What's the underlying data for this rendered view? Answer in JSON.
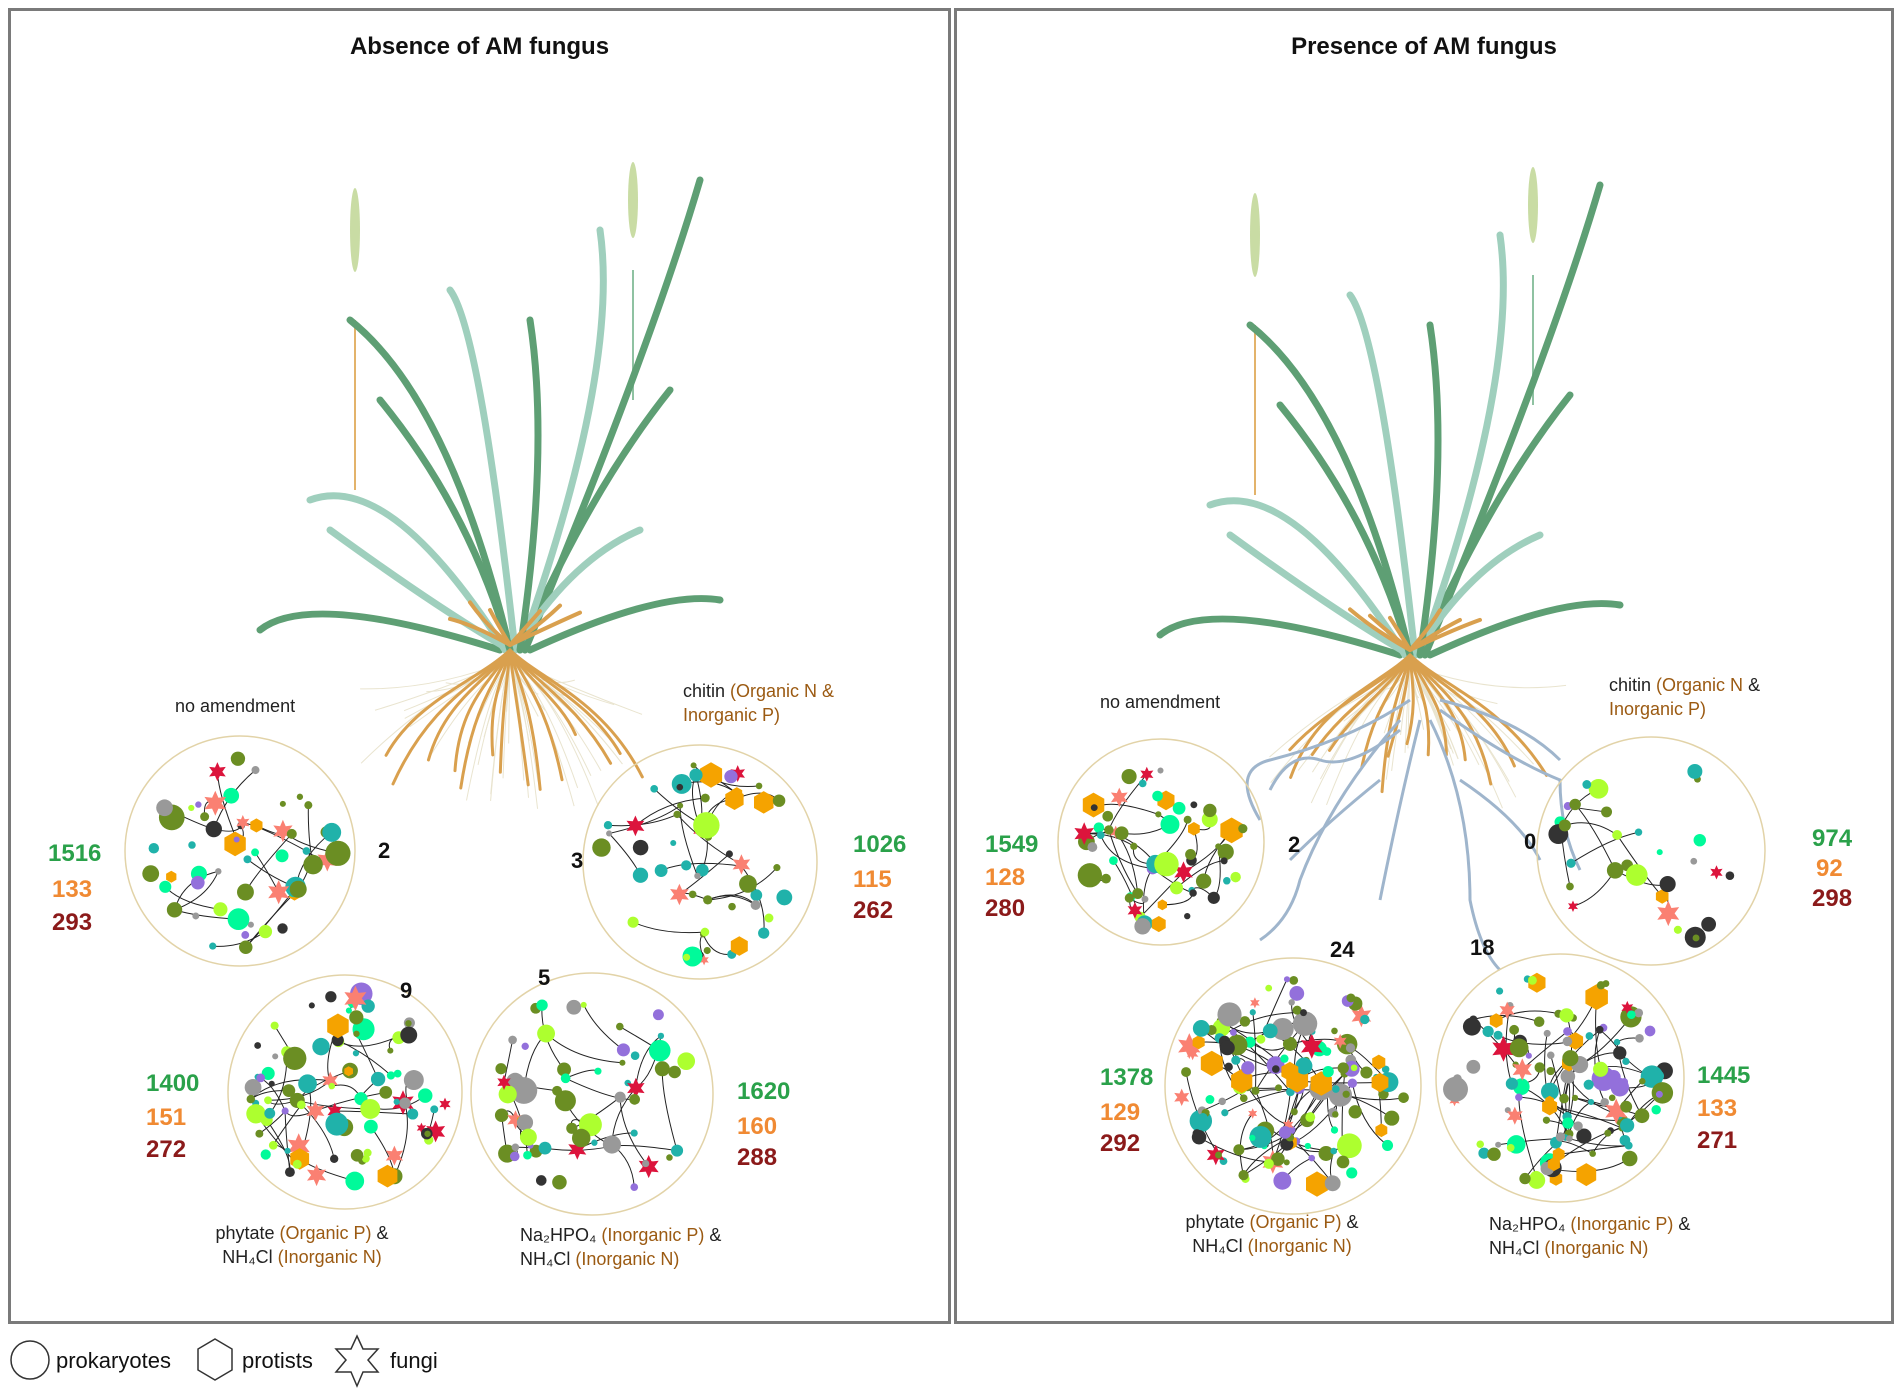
{
  "left_panel": {
    "title": "Absence of AM fungus",
    "networks": [
      {
        "label": "no amendment",
        "edge_count": "2",
        "nodes": "1516",
        "protists": "133",
        "fungi": "293"
      },
      {
        "label_pre": "chitin ",
        "label_org1": "(Organic N &",
        "label_org2": "Inorganic P)",
        "edge_count": "3",
        "nodes": "1026",
        "protists": "115",
        "fungi": "262"
      },
      {
        "label_pre": "phytate ",
        "label_org1": "(Organic P)",
        "label_amp": " &",
        "label_line2_pre": "NH₄Cl ",
        "label_org2": "(Inorganic N)",
        "edge_count": "9",
        "nodes": "1400",
        "protists": "151",
        "fungi": "272"
      },
      {
        "label_pre": "Na₂HPO₄ ",
        "label_org1": "(Inorganic P)",
        "label_amp": " &",
        "label_line2_pre": "NH₄Cl ",
        "label_org2": "(Inorganic N)",
        "edge_count": "5",
        "nodes": "1620",
        "protists": "160",
        "fungi": "288"
      }
    ]
  },
  "right_panel": {
    "title": "Presence of AM fungus",
    "networks": [
      {
        "label": "no amendment",
        "edge_count": "2",
        "nodes": "1549",
        "protists": "128",
        "fungi": "280"
      },
      {
        "label_pre": "chitin ",
        "label_org1": "(Organic N",
        "label_amp": " &",
        "label_org2": "Inorganic P)",
        "edge_count": "0",
        "nodes": "974",
        "protists": "92",
        "fungi": "298"
      },
      {
        "label_pre": "phytate ",
        "label_org1": "(Organic P)",
        "label_amp": " &",
        "label_line2_pre": "NH₄Cl ",
        "label_org2": "(Inorganic N)",
        "edge_count": "24",
        "nodes": "1378",
        "protists": "129",
        "fungi": "292"
      },
      {
        "label_pre": "Na₂HPO₄ ",
        "label_org1": "(Inorganic P)",
        "label_amp": " &",
        "label_line2_pre": "NH₄Cl ",
        "label_org2": "(Inorganic N)",
        "edge_count": "18",
        "nodes": "1445",
        "protists": "133",
        "fungi": "271"
      }
    ]
  },
  "legend": {
    "prokaryotes": "prokaryotes",
    "protists": "protists",
    "fungi": "fungi"
  },
  "colors": {
    "nodes_green": "#2aa14a",
    "protists_orange": "#f08a33",
    "fungi_red": "#8b1a1a",
    "leaf_dark": "#5e9f74",
    "leaf_light": "#9fcfbd",
    "root": "#d9a04e",
    "hyphae": "#9fb5cc",
    "circle_border": "#e2d3a8"
  }
}
